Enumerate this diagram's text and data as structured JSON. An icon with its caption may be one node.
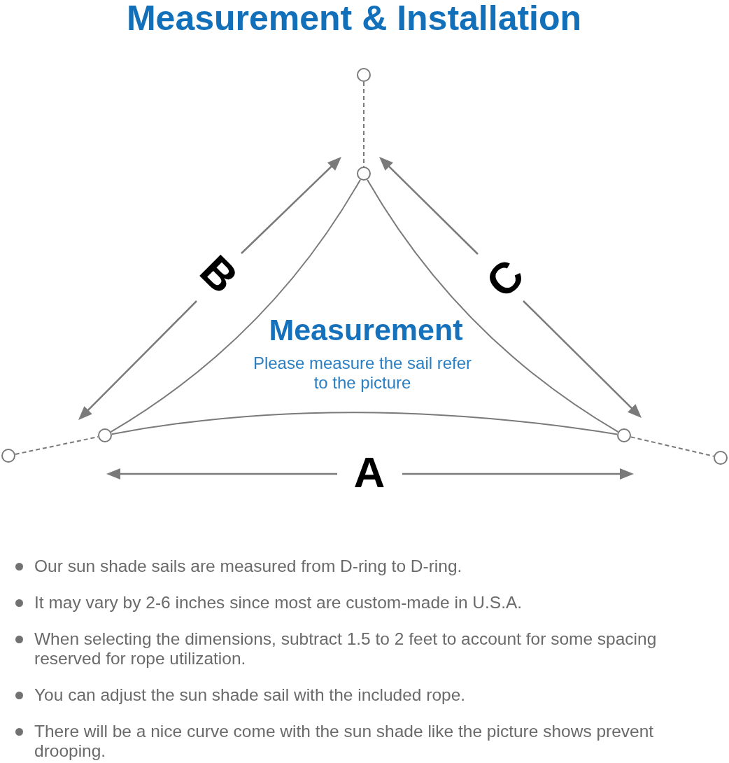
{
  "diagram": {
    "title": "Measurement & Installation",
    "nodes": [
      {
        "text": [],
        "shape": "circle"
      },
      {
        "text": [],
        "shape": "circle"
      },
      {
        "text": [],
        "shape": "circle"
      },
      {
        "text": [],
        "shape": "circle"
      },
      {
        "text": [],
        "shape": "circle"
      },
      {
        "text": [],
        "shape": "circle"
      }
    ],
    "edges": [
      {
        "from": 0,
        "to": 1,
        "arrow": "none",
        "style": "dashed"
      },
      {
        "from": 2,
        "to": 3,
        "arrow": "none",
        "style": "dashed"
      },
      {
        "from": 1,
        "to": 3,
        "arrow": "none"
      },
      {
        "from": 3,
        "to": 4,
        "arrow": "none"
      },
      {
        "from": 1,
        "to": 4,
        "arrow": "none"
      },
      {
        "from": 4,
        "to": 5,
        "arrow": "none",
        "style": "dashed"
      }
    ],
    "labels": [
      "B",
      "C",
      "Measurement",
      "Please measure the sail refer to the picture",
      "A",
      "Our sun shade sails are measured from D-ring to D-ring.",
      "It may vary by 2-6 inches since most are custom-made in U.S.A.",
      "When selecting the dimensions, subtract 1.5 to 2 feet to account for some spacing reserved for rope utilization.",
      "You can adjust the sun shade sail with the included rope.",
      "There will be a nice curve come with the sun shade like the picture shows prevent drooping."
    ]
  }
}
